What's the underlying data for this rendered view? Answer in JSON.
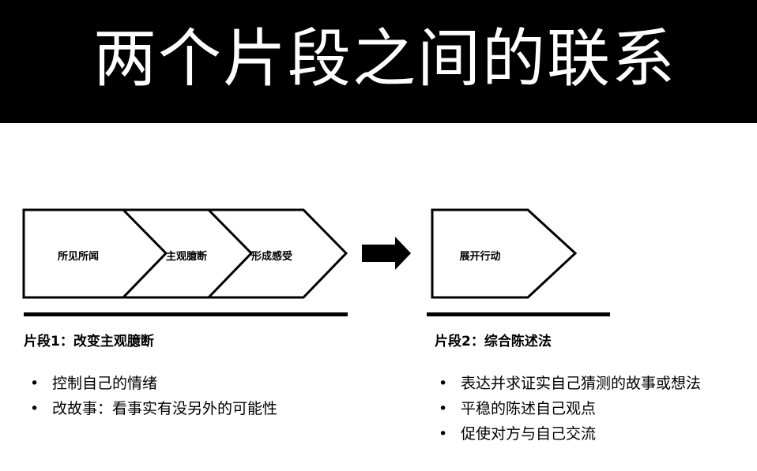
{
  "slide": {
    "title": "两个片段之间的联系",
    "background_color": "#ffffff",
    "title_bar_color": "#000000",
    "title_text_color": "#ffffff"
  },
  "process": {
    "stages": [
      {
        "label": "所见所闻"
      },
      {
        "label": "主观臆断"
      },
      {
        "label": "形成感受"
      }
    ],
    "connector_icon": "right-arrow-icon",
    "outcome": {
      "label": "展开行动"
    }
  },
  "sections": [
    {
      "heading": "片段1：改变主观臆断",
      "bullet_marker": "•",
      "bullets": [
        "控制自己的情绪",
        "改故事：看事实有没另外的可能性"
      ]
    },
    {
      "heading": "片段2：综合陈述法",
      "bullet_marker": "•",
      "bullets": [
        "表达并求证实自己猜测的故事或想法",
        "平稳的陈述自己观点",
        "促使对方与自己交流"
      ]
    }
  ]
}
